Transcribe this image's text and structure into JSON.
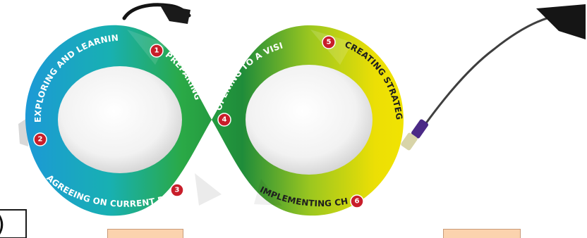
{
  "steps": [
    {
      "number": "1",
      "label": "PREPARING"
    },
    {
      "number": "2",
      "label": "EXPLORING AND LEARNING"
    },
    {
      "number": "3",
      "label": "AGREEING ON CURRENT REALITIES"
    },
    {
      "number": "4",
      "label": "OPENING TO A VISION"
    },
    {
      "number": "5",
      "label": "CREATING STRATEGIES"
    },
    {
      "number": "6",
      "label": "IMPLEMENTING CHANGE"
    }
  ],
  "colors": {
    "loop_blue": "#1e9fd6",
    "loop_teal": "#19b49a",
    "loop_green": "#2fae3c",
    "loop_dark_green": "#1f8c3a",
    "loop_lime": "#a8cf1c",
    "loop_yellow": "#f2e300",
    "step_badge": "#c81e2a",
    "cable": "#111111",
    "peach_tab": "#fbd3ae"
  },
  "icons": {
    "left_cable": "cable-icon",
    "right_stylus": "stylus-pen-icon"
  },
  "corner_glyph": ")"
}
